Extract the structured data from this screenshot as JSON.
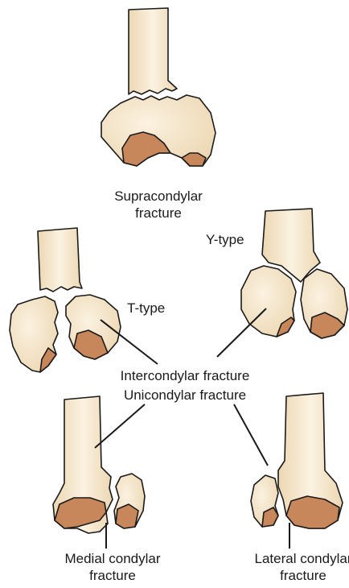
{
  "labels": {
    "supracondylar_line1": "Supracondylar",
    "supracondylar_line2": "fracture",
    "y_type": "Y-type",
    "t_type": "T-type",
    "intercondylar": "Intercondylar fracture",
    "unicondylar": "Unicondylar fracture",
    "medial_line1": "Medial condylar",
    "medial_line2": "fracture",
    "lateral_line1": "Lateral condylar",
    "lateral_line2": "fracture"
  },
  "colors": {
    "bone_fill": "#ecd7b2",
    "bone_highlight": "#fbf2e1",
    "articular_fill": "#c8875a",
    "outline": "#1a1a1a",
    "background": "#ffffff"
  }
}
